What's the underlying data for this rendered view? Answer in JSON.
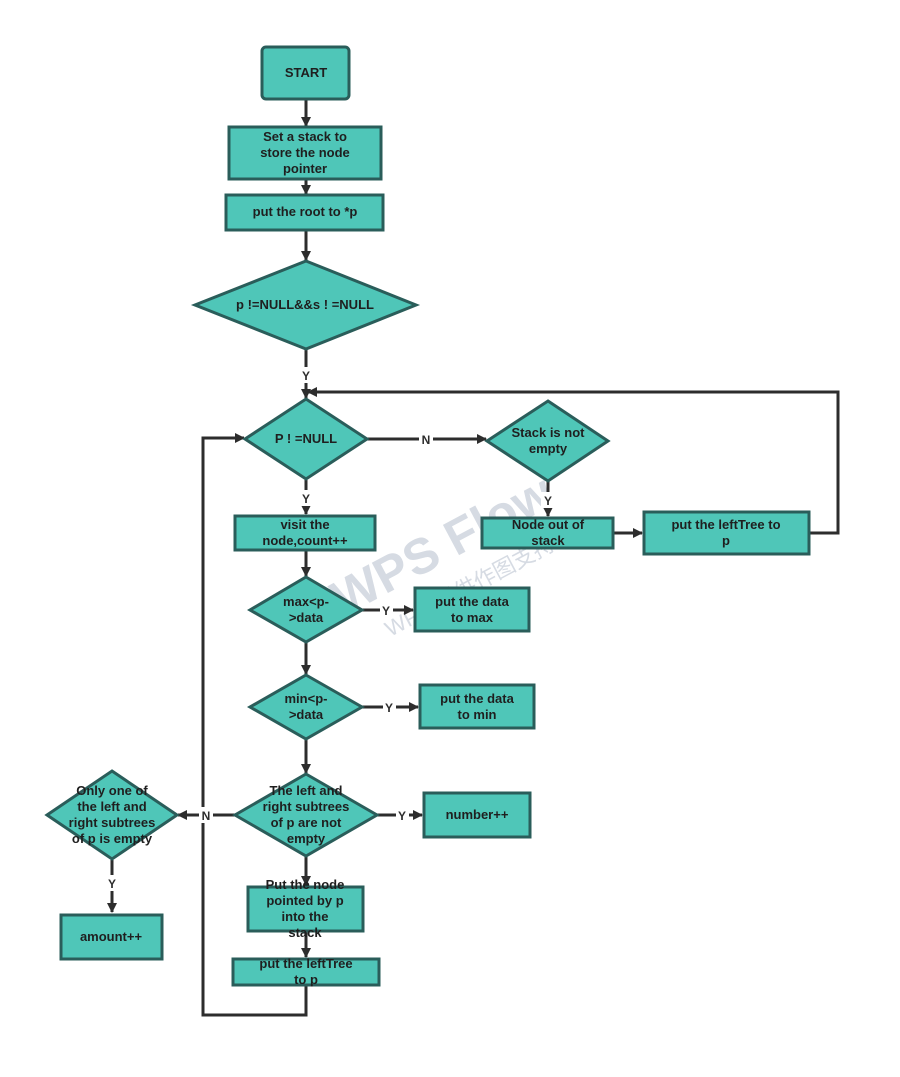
{
  "diagram": {
    "type": "flowchart",
    "colors": {
      "node_fill": "#4fc6b8",
      "node_stroke": "#2a5d5a",
      "edge": "#2d2d2d",
      "watermark": "#d6dbe3"
    },
    "nodes": {
      "start": {
        "text": "START"
      },
      "stack": {
        "text": "Set a stack to\nstore the node\npointer"
      },
      "root": {
        "text": "put the root to *p"
      },
      "cond1": {
        "text": "p !=NULL&&s ! =NULL"
      },
      "cond2": {
        "text": "P ! =NULL"
      },
      "stackne": {
        "text": "Stack is not\nempty"
      },
      "pop": {
        "text": "Node out of\nstack"
      },
      "left1": {
        "text": "put the leftTree to\np"
      },
      "visit": {
        "text": "visit the\nnode,count++"
      },
      "maxc": {
        "text": "max<p-\n>data"
      },
      "maxa": {
        "text": "put the data\nto max"
      },
      "minc": {
        "text": "min<p-\n>data"
      },
      "mina": {
        "text": "put the data\nto min"
      },
      "both": {
        "text": "The left and\nright subtrees\nof p are not\nempty"
      },
      "num": {
        "text": "number++"
      },
      "only": {
        "text": "Only one of\nthe left and\nright subtrees\nof p is empty"
      },
      "amount": {
        "text": "amount++"
      },
      "push": {
        "text": "Put the node\npointed by p\ninto the\nstack"
      },
      "left2": {
        "text": "put the leftTree\nto p"
      }
    },
    "edge_labels": {
      "cond1_y": "Y",
      "cond2_y": "Y",
      "cond2_n": "N",
      "stackne_y": "Y",
      "max_y": "Y",
      "min_y": "Y",
      "both_y": "Y",
      "both_n": "N",
      "only_y": "Y"
    },
    "watermark": {
      "brand": "WPS Flow",
      "sub": "WPS 提供作图支持"
    }
  }
}
